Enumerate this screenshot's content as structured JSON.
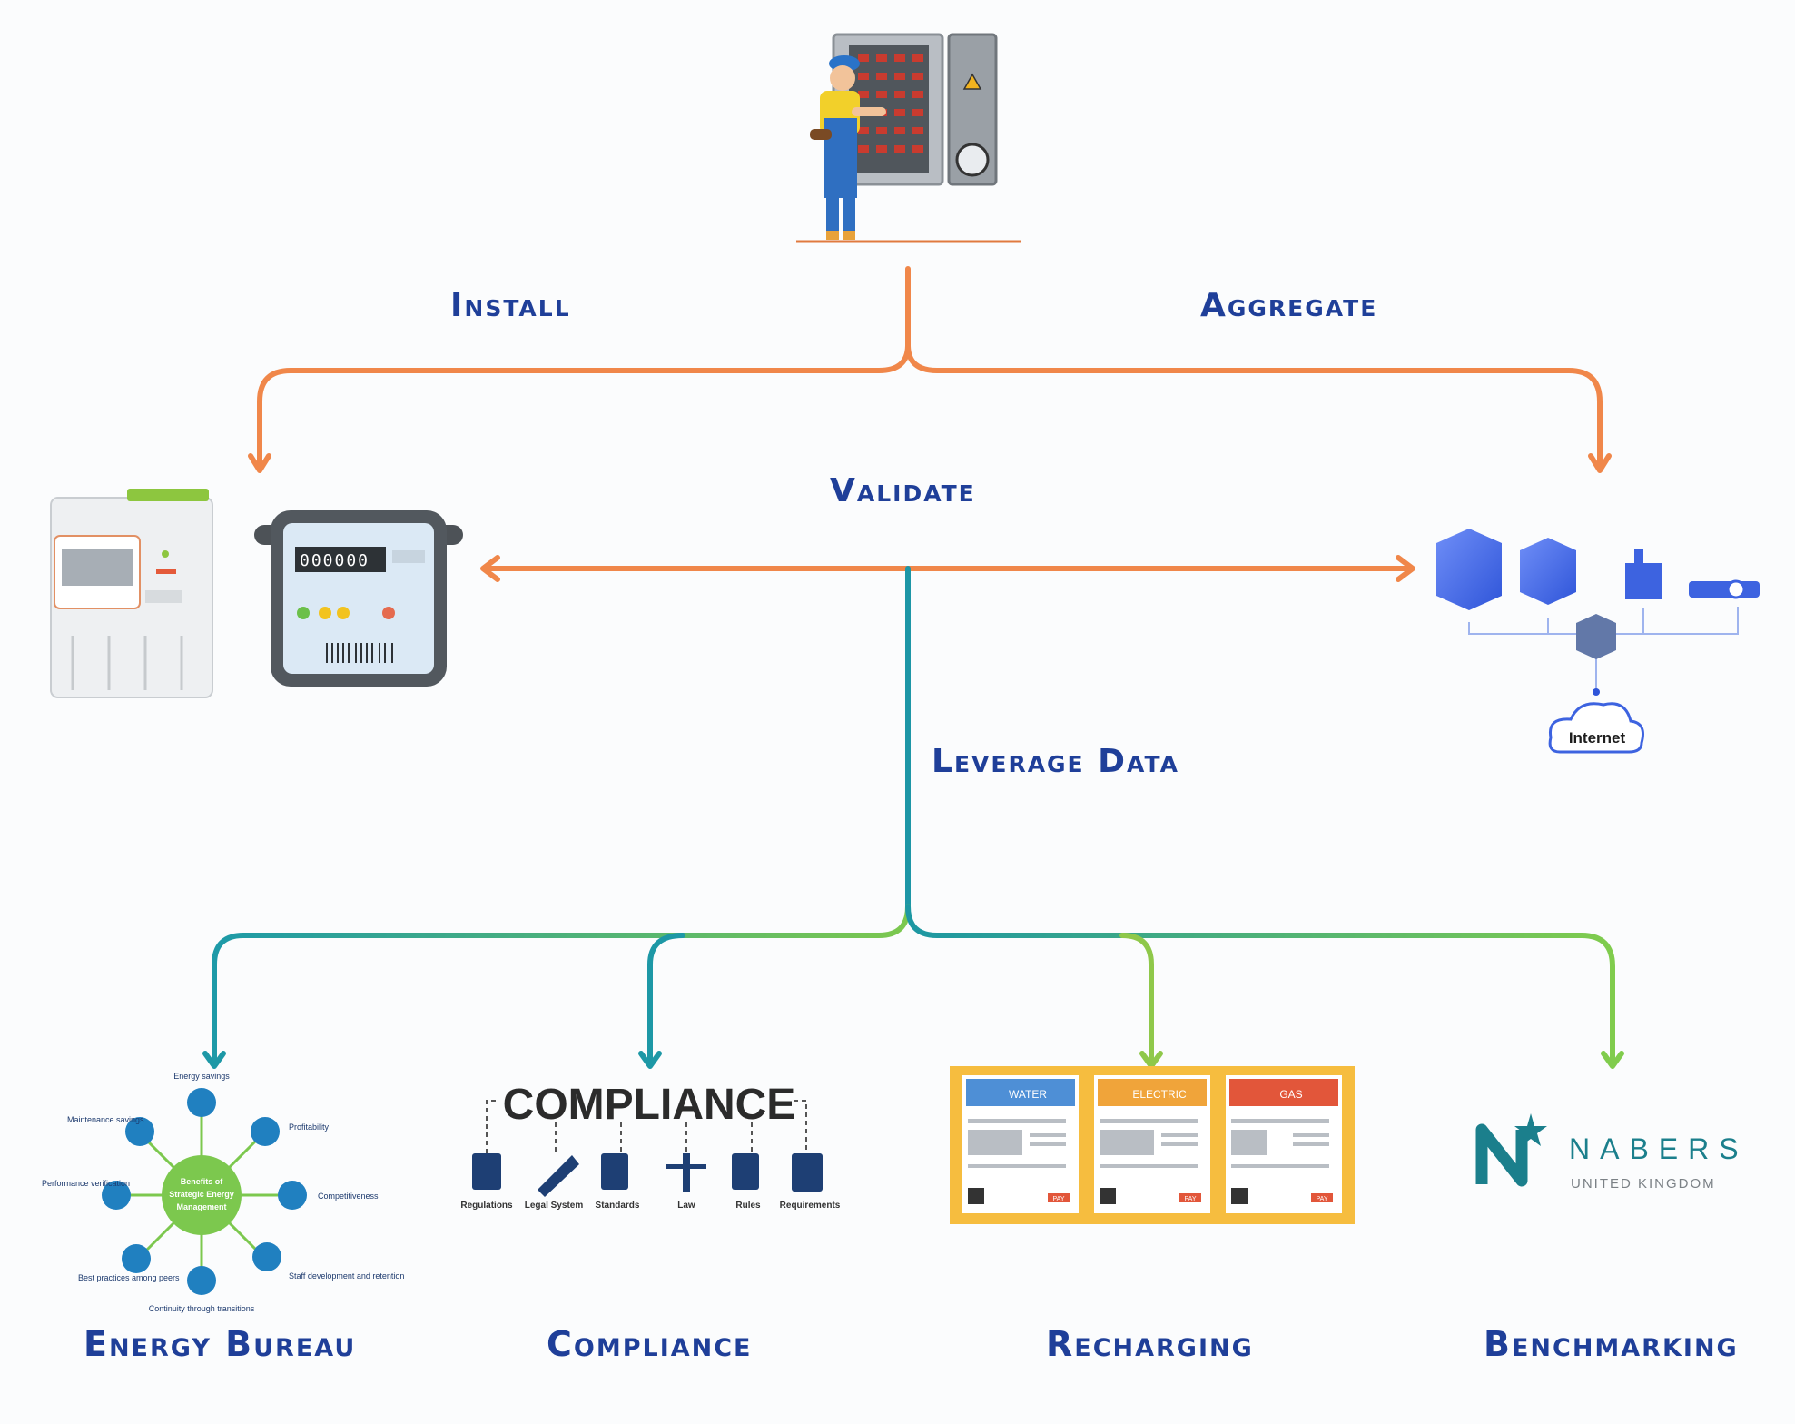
{
  "flow_labels": {
    "install": "Install",
    "aggregate": "Aggregate",
    "validate": "Validate",
    "leverage": "Leverage Data"
  },
  "outcomes": {
    "energy_bureau": "Energy Bureau",
    "compliance": "Compliance",
    "recharging": "Recharging",
    "benchmarking": "Benchmarking"
  },
  "network": {
    "cloud_label": "Internet"
  },
  "energy_bureau_wheel": {
    "center": "Benefits of Strategic Energy Management",
    "spokes": [
      "Energy savings",
      "Profitability",
      "Competitiveness",
      "Staff development and retention",
      "Continuity through transitions",
      "Best practices among peers",
      "Performance verification",
      "Maintenance savings"
    ]
  },
  "compliance_graphic": {
    "title": "COMPLIANCE",
    "items": [
      "Regulations",
      "Legal System",
      "Standards",
      "Law",
      "Rules",
      "Requirements"
    ]
  },
  "bills": {
    "water": "WATER",
    "electric": "ELECTRIC",
    "gas": "GAS",
    "pay": "PAY"
  },
  "nabers": {
    "name": "NABERS",
    "sub": "UNITED KINGDOM"
  },
  "meter_readout": "000000",
  "colors": {
    "orange": "#f0874a",
    "teal": "#1f8fa0",
    "green": "#7cc84e",
    "label_blue": "#1f3f99"
  }
}
